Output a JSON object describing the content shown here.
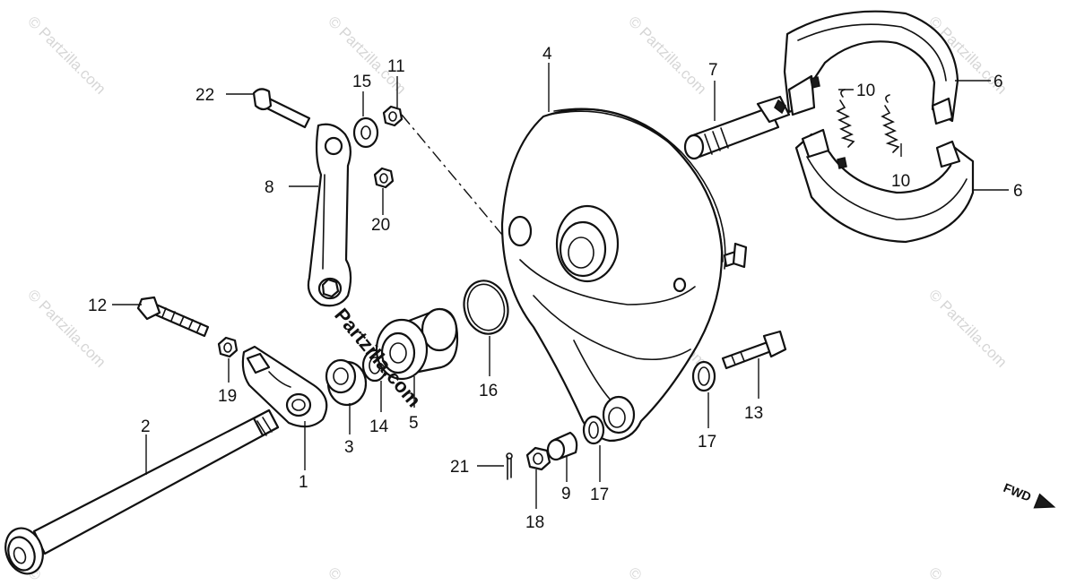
{
  "watermark": {
    "symbol": "©",
    "text": "Partzilla.com"
  },
  "center_watermark": "Partzilla.com",
  "direction_label": "FWD",
  "callouts": {
    "c1": "1",
    "c2": "2",
    "c3": "3",
    "c4": "4",
    "c5": "5",
    "c6a": "6",
    "c6b": "6",
    "c7": "7",
    "c8": "8",
    "c9": "9",
    "c10a": "10",
    "c10b": "10",
    "c11": "11",
    "c12": "12",
    "c13": "13",
    "c14": "14",
    "c15": "15",
    "c16": "16",
    "c17a": "17",
    "c17b": "17",
    "c18": "18",
    "c19": "19",
    "c20": "20",
    "c21": "21",
    "c22": "22"
  }
}
